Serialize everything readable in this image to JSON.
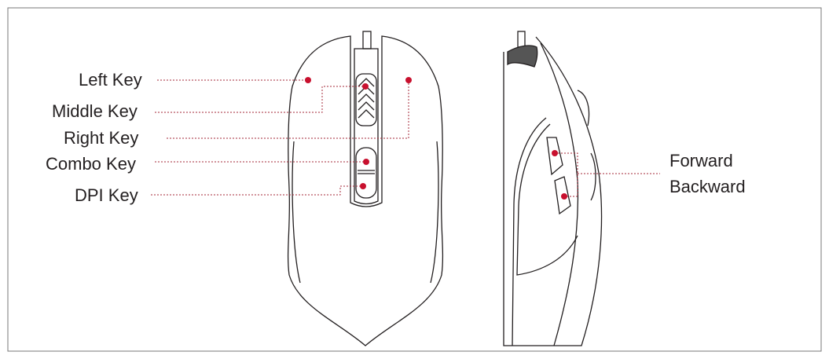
{
  "labels": {
    "left_key": "Left Key",
    "middle_key": "Middle Key",
    "right_key": "Right Key",
    "combo_key": "Combo Key",
    "dpi_key": "DPI Key",
    "forward": "Forward",
    "backward": "Backward"
  },
  "colors": {
    "marker": "#c8102e",
    "line": "#231f20",
    "leader": "#a52a3a"
  }
}
